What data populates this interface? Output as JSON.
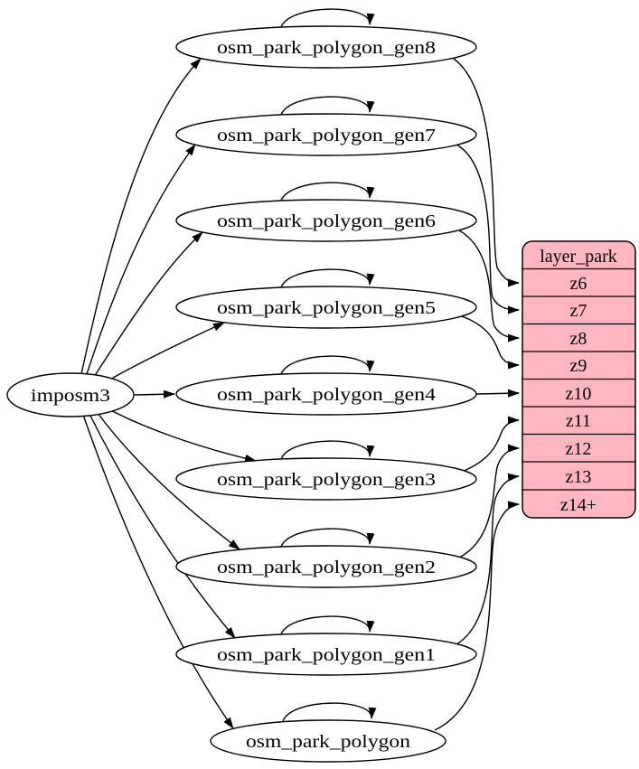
{
  "diagram": {
    "type": "directed-graph",
    "source": {
      "label": "imposm3"
    },
    "tables": [
      {
        "label": "osm_park_polygon_gen8",
        "self_loop": true,
        "feeds_zoom": "z6"
      },
      {
        "label": "osm_park_polygon_gen7",
        "self_loop": true,
        "feeds_zoom": "z7"
      },
      {
        "label": "osm_park_polygon_gen6",
        "self_loop": true,
        "feeds_zoom": "z8"
      },
      {
        "label": "osm_park_polygon_gen5",
        "self_loop": true,
        "feeds_zoom": "z9"
      },
      {
        "label": "osm_park_polygon_gen4",
        "self_loop": true,
        "feeds_zoom": "z10"
      },
      {
        "label": "osm_park_polygon_gen3",
        "self_loop": true,
        "feeds_zoom": "z11"
      },
      {
        "label": "osm_park_polygon_gen2",
        "self_loop": true,
        "feeds_zoom": "z12"
      },
      {
        "label": "osm_park_polygon_gen1",
        "self_loop": true,
        "feeds_zoom": "z13"
      },
      {
        "label": "osm_park_polygon",
        "self_loop": true,
        "feeds_zoom": "z14+"
      }
    ],
    "layer": {
      "title": "layer_park",
      "fields": [
        "z6",
        "z7",
        "z8",
        "z9",
        "z10",
        "z11",
        "z12",
        "z13",
        "z14+"
      ]
    },
    "edges": {
      "from_source_to": [
        "osm_park_polygon_gen8",
        "osm_park_polygon_gen7",
        "osm_park_polygon_gen6",
        "osm_park_polygon_gen5",
        "osm_park_polygon_gen4",
        "osm_park_polygon_gen3",
        "osm_park_polygon_gen2",
        "osm_park_polygon_gen1",
        "osm_park_polygon"
      ],
      "to_layer": [
        {
          "from": "osm_park_polygon_gen8",
          "to": "z6"
        },
        {
          "from": "osm_park_polygon_gen7",
          "to": "z7"
        },
        {
          "from": "osm_park_polygon_gen6",
          "to": "z8"
        },
        {
          "from": "osm_park_polygon_gen5",
          "to": "z9"
        },
        {
          "from": "osm_park_polygon_gen4",
          "to": "z10"
        },
        {
          "from": "osm_park_polygon_gen3",
          "to": "z11"
        },
        {
          "from": "osm_park_polygon_gen2",
          "to": "z12"
        },
        {
          "from": "osm_park_polygon_gen1",
          "to": "z13"
        },
        {
          "from": "osm_park_polygon",
          "to": "z14+"
        }
      ]
    },
    "colors": {
      "layer_fill": "#ffb6c1",
      "node_fill": "#ffffff",
      "stroke": "#000000",
      "background": "#ffffff"
    }
  }
}
